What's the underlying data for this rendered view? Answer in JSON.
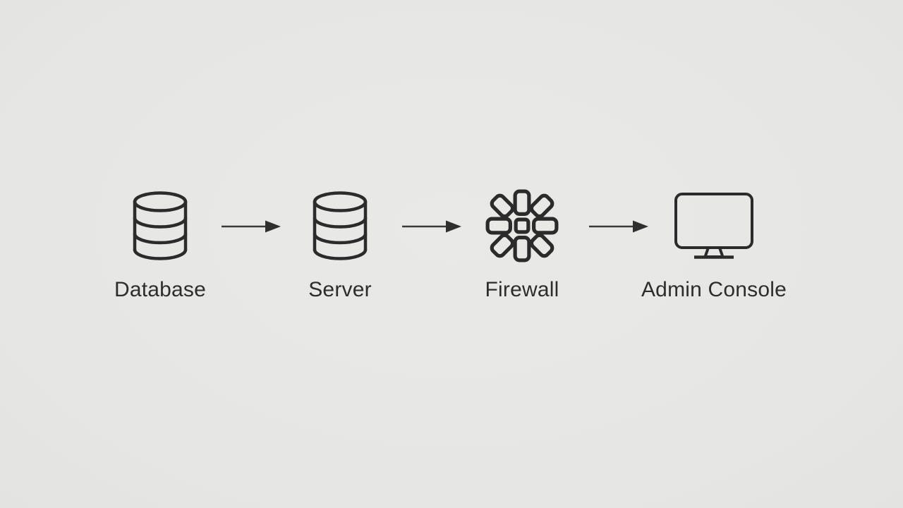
{
  "diagram": {
    "nodes": [
      {
        "id": "database",
        "label": "Database",
        "icon": "database-cylinder-icon"
      },
      {
        "id": "server",
        "label": "Server",
        "icon": "database-cylinder-icon"
      },
      {
        "id": "firewall",
        "label": "Firewall",
        "icon": "firewall-asterisk-icon"
      },
      {
        "id": "admin-console",
        "label": "Admin Console",
        "icon": "monitor-icon"
      }
    ],
    "connections": [
      {
        "from": "Database",
        "to": "Server"
      },
      {
        "from": "Server",
        "to": "Firewall"
      },
      {
        "from": "Firewall",
        "to": "Admin Console"
      }
    ]
  },
  "colors": {
    "background": "#e7e7e5",
    "icon_stroke": "#2b2b2b",
    "arrow": "#3a3a3a",
    "text": "#2d2d2d"
  }
}
